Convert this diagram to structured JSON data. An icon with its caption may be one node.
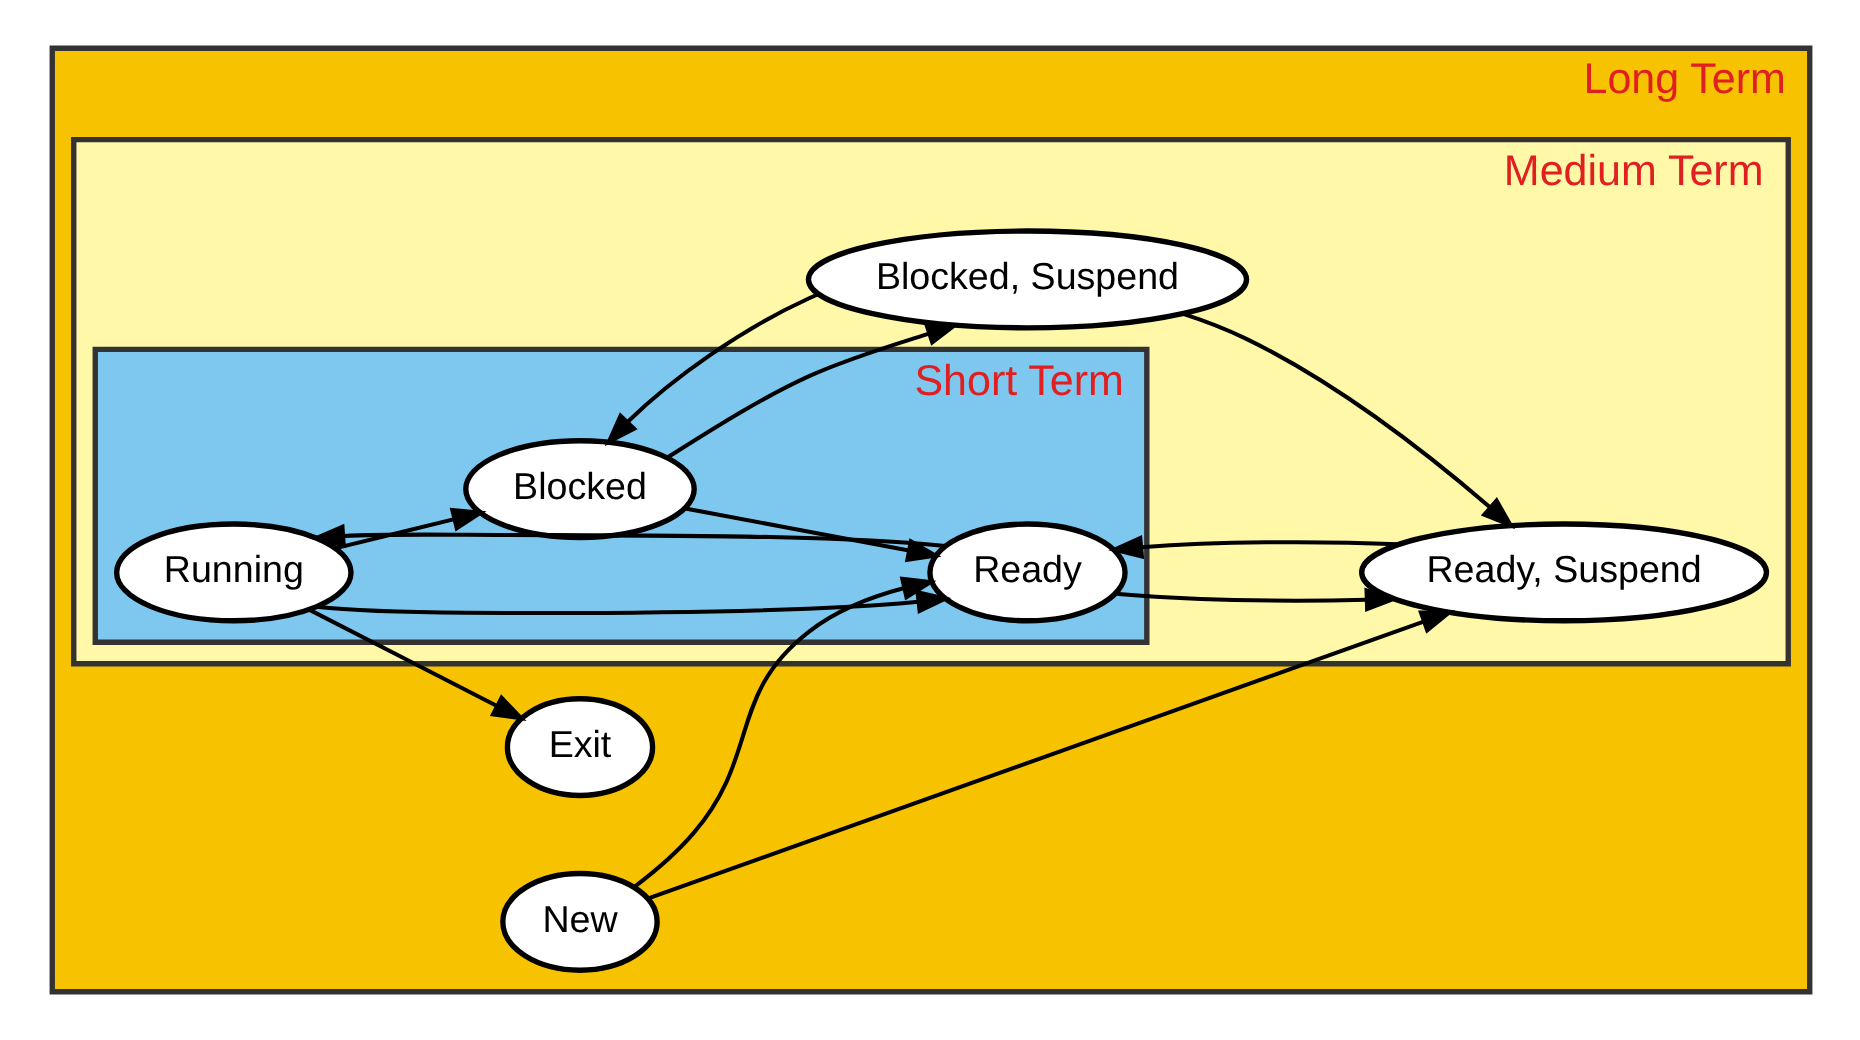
{
  "diagram": {
    "nodes": [
      {
        "text": [
          "Long Term"
        ]
      },
      {
        "text": [
          "Medium Term"
        ],
        "in": 0
      },
      {
        "text": [
          "Short Term"
        ],
        "in": 1
      },
      {
        "text": [
          "Running"
        ],
        "in": 2
      },
      {
        "text": [
          "Ready"
        ],
        "in": 2
      },
      {
        "text": [
          "Blocked"
        ],
        "in": 2
      },
      {
        "text": [
          "Blocked, Suspend"
        ],
        "in": 1
      },
      {
        "text": [
          "Ready, Suspend"
        ],
        "in": 1
      },
      {
        "text": [
          "Exit"
        ],
        "in": 0
      },
      {
        "text": [
          "New"
        ],
        "in": 0
      }
    ],
    "edges": [
      {
        "from": 3,
        "to": 8,
        "arrow": "to"
      },
      {
        "from": 3,
        "to": 4,
        "arrow": "to"
      },
      {
        "from": 4,
        "to": 3,
        "arrow": "to"
      },
      {
        "from": 3,
        "to": 5,
        "arrow": "to"
      },
      {
        "from": 5,
        "to": 4,
        "arrow": "to"
      },
      {
        "from": 4,
        "to": 7,
        "arrow": "to"
      },
      {
        "from": 5,
        "to": 6,
        "arrow": "to"
      },
      {
        "from": 6,
        "to": 7,
        "arrow": "to"
      },
      {
        "from": 6,
        "to": 5,
        "arrow": "to"
      },
      {
        "from": 7,
        "to": 4,
        "arrow": "to"
      },
      {
        "from": 9,
        "to": 4,
        "arrow": "to"
      },
      {
        "from": 9,
        "to": 7,
        "arrow": "to"
      }
    ]
  }
}
